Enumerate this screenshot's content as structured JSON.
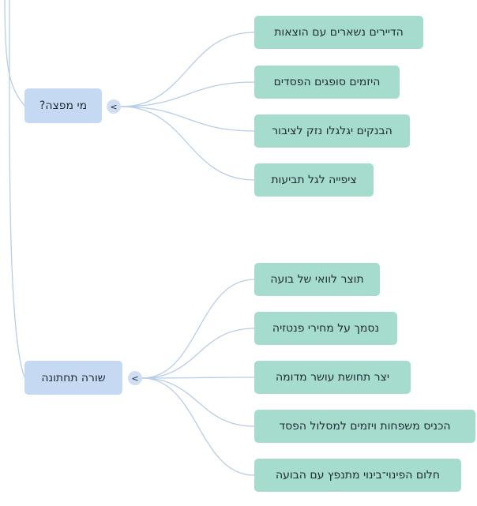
{
  "groups": [
    {
      "label": "מי מפצה?",
      "toggle_symbol": "<",
      "children": [
        "הדיירים נשארים עם הוצאות",
        "היזמים סופגים הפסדים",
        "הבנקים יגלגלו נזק לציבור",
        "ציפייה לגל תביעות"
      ]
    },
    {
      "label": "שורה תחתונה",
      "toggle_symbol": "<",
      "children": [
        "תוצר לוואי של בועה",
        "נסמך על מחירי פנטזיה",
        "יצר תחושת עושר מדומה",
        "הכניס משפחות ויזמים למסלול הפסד",
        "חלום הפינוי־בינוי מתנפץ עם הבועה"
      ]
    }
  ],
  "colors": {
    "parent_fill": "#c6d9f2",
    "child_fill": "#a6dccd",
    "toggle_fill": "#cfdef3",
    "link": "#b8cde6"
  }
}
